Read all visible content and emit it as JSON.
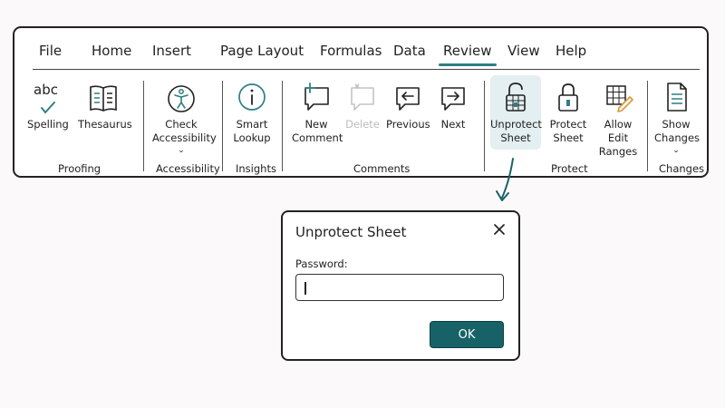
{
  "tabs": [
    {
      "label": "File"
    },
    {
      "label": "Home"
    },
    {
      "label": "Insert"
    },
    {
      "label": "Page Layout"
    },
    {
      "label": "Formulas"
    },
    {
      "label": "Data"
    },
    {
      "label": "Review"
    },
    {
      "label": "View"
    },
    {
      "label": "Help"
    }
  ],
  "active_tab": "Review",
  "ribbon": {
    "spelling": {
      "label": "Spelling",
      "icon_text": "abc",
      "icon": "spelling-check-icon"
    },
    "thesaurus": {
      "label": "Thesaurus",
      "icon": "book-icon"
    },
    "check_accessibility": {
      "line1": "Check",
      "line2": "Accessibility",
      "caret": "⌄",
      "icon": "accessibility-person-icon"
    },
    "smart_lookup": {
      "line1": "Smart",
      "line2": "Lookup",
      "icon": "info-icon"
    },
    "new_comment": {
      "line1": "New",
      "line2": "Comment",
      "icon": "new-comment-icon"
    },
    "delete": {
      "label": "Delete",
      "icon": "delete-comment-icon",
      "disabled": true
    },
    "previous": {
      "label": "Previous",
      "icon": "previous-comment-icon"
    },
    "next": {
      "label": "Next",
      "icon": "next-comment-icon"
    },
    "unprotect_sheet": {
      "line1": "Unprotect",
      "line2": "Sheet",
      "icon": "unlocked-sheet-icon",
      "selected": true
    },
    "protect_sheet": {
      "line1": "Protect",
      "line2": "Sheet",
      "icon": "lock-icon"
    },
    "allow_edit_ranges": {
      "line1": "Allow Edit",
      "line2": "Ranges",
      "icon": "grid-pencil-icon"
    },
    "show_changes": {
      "line1": "Show",
      "line2": "Changes",
      "caret": "⌄",
      "icon": "document-icon"
    },
    "groups": {
      "proofing": "Proofing",
      "accessibility": "Accessibility",
      "insights": "Insights",
      "comments": "Comments",
      "protect": "Protect",
      "changes": "Changes"
    }
  },
  "dialog": {
    "title": "Unprotect Sheet",
    "close_icon": "close-icon",
    "password_label": "Password:",
    "password_value": "",
    "ok_label": "OK"
  },
  "colors": {
    "accent": "#2f7f84",
    "ok_button": "#176267",
    "selected_bg": "#e3eff0"
  }
}
